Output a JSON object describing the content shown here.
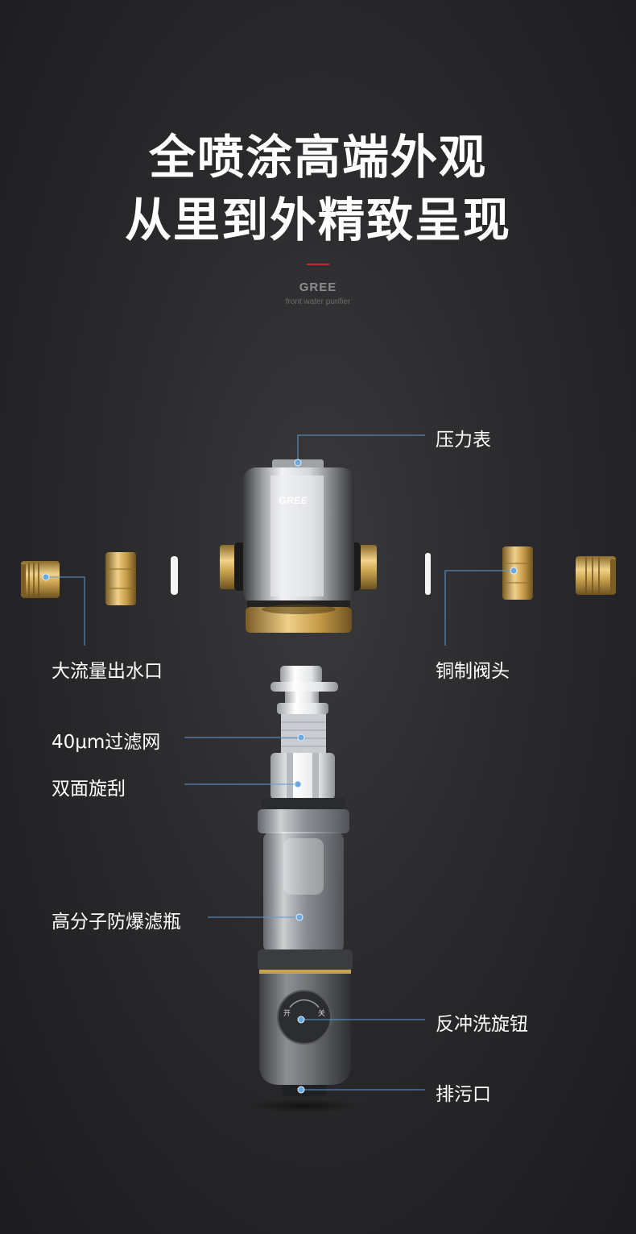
{
  "headline": {
    "line1": "全喷涂高端外观",
    "line2": "从里到外精致呈现"
  },
  "brand": {
    "name": "GREE",
    "tagline": "front water purifier",
    "accent": "#c8282c"
  },
  "product_logo": "GREE",
  "knob": {
    "open_label": "开",
    "close_label": "关"
  },
  "callouts": {
    "pressure_gauge": "压力表",
    "outlet": "大流量出水口",
    "copper_valve": "铜制阀头",
    "filter_mesh": "40μm过滤网",
    "double_scraper": "双面旋刮",
    "filter_bottle": "高分子防爆滤瓶",
    "backwash_knob": "反冲洗旋钮",
    "drain": "排污口"
  },
  "colors": {
    "leader_line": "#5b9bd5",
    "brass": "#c9a24e",
    "background": "#2a2a2c"
  }
}
